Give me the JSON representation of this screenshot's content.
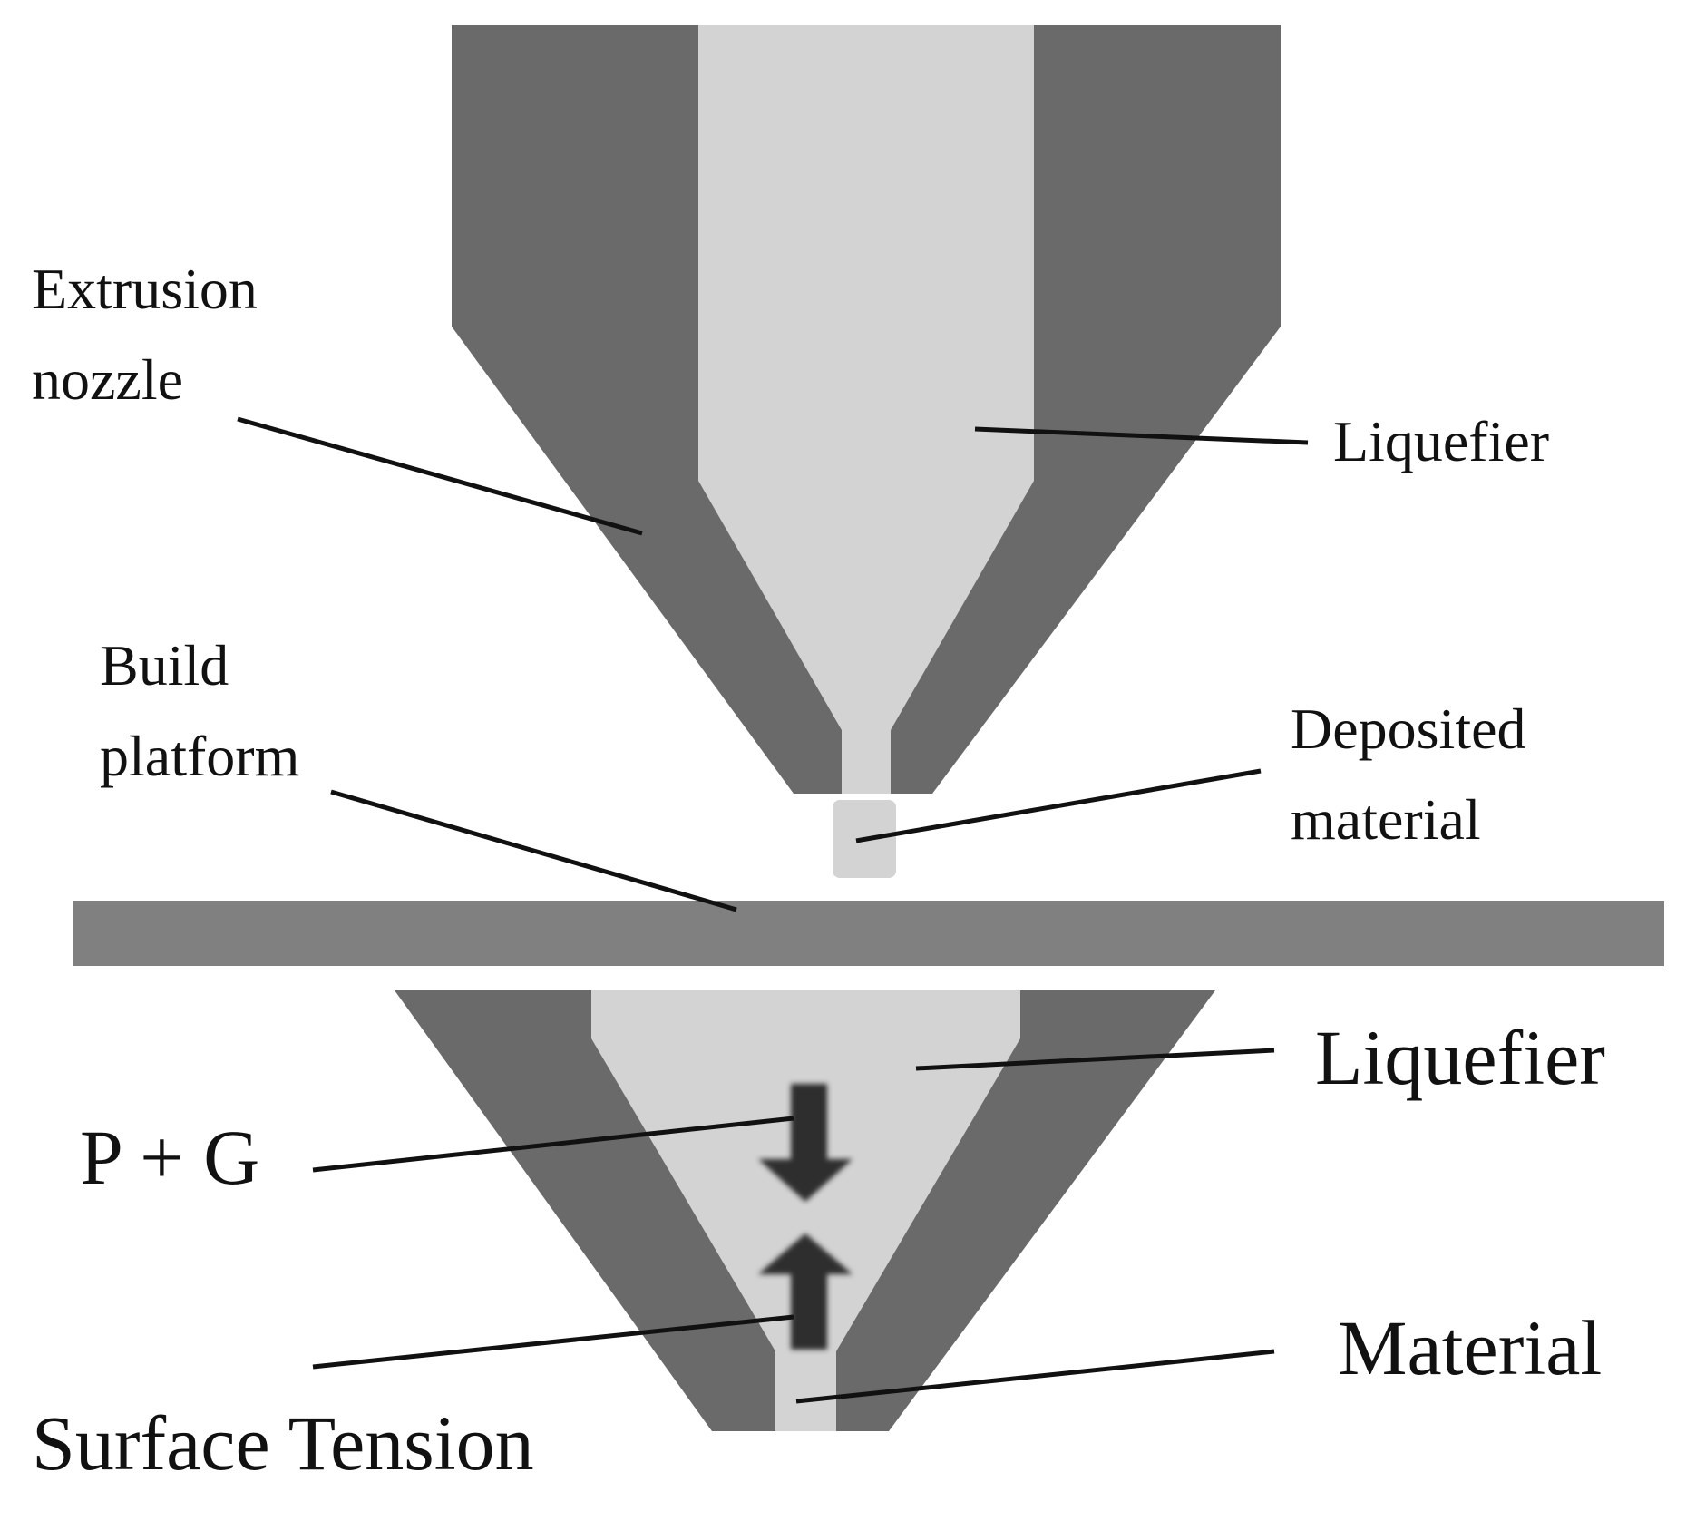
{
  "labels": {
    "extrusion_nozzle": [
      "Extrusion",
      "nozzle"
    ],
    "liquefier_top": "Liquefier",
    "build_platform": [
      "Build",
      "platform"
    ],
    "deposited_material": [
      "Deposited",
      "material"
    ],
    "liquefier_bottom": "Liquefier",
    "p_plus_g": "P + G",
    "material": "Material",
    "surface_tension": "Surface Tension"
  },
  "colors": {
    "nozzle_wall": "#6a6a6a",
    "liquefier": "#d3d3d3",
    "build_platform": "#808080",
    "arrow": "#2e2e2e",
    "text": "#111111"
  },
  "icons": {
    "down_arrow": "arrow-down-icon",
    "up_arrow": "arrow-up-icon"
  }
}
